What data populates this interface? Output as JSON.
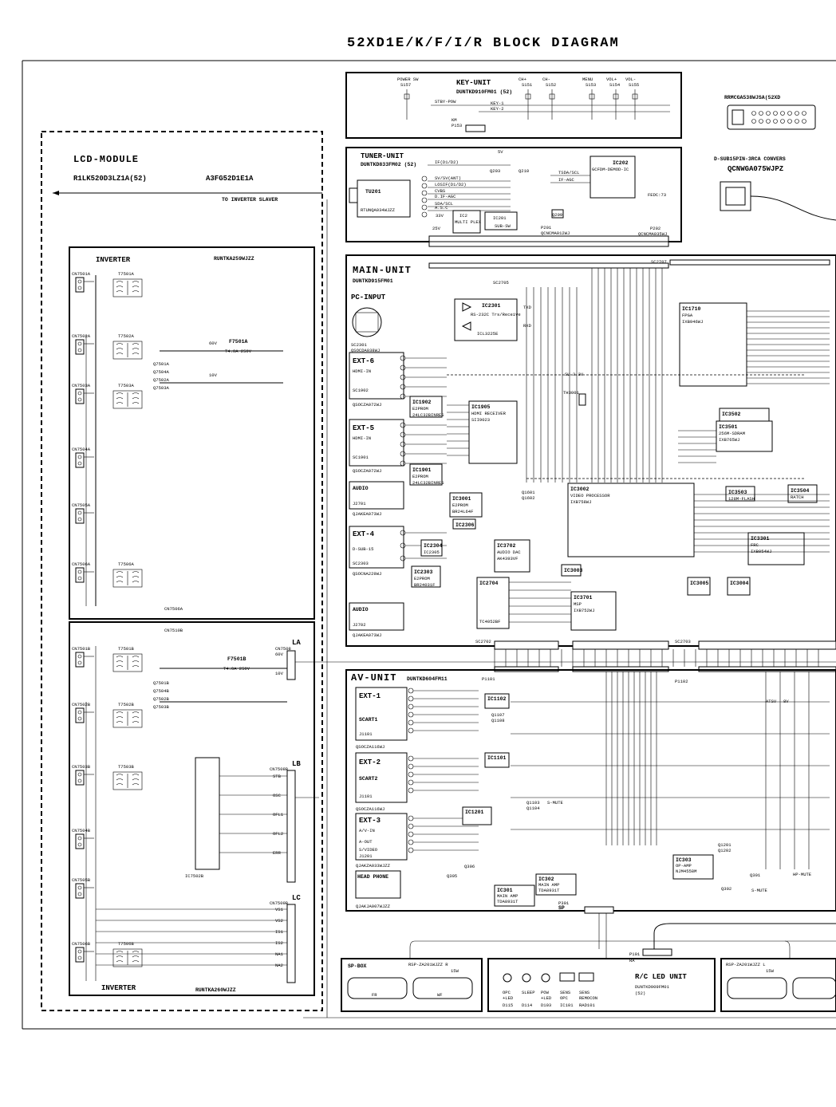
{
  "title": "52XD1E/K/F/I/R    BLOCK DIAGRAM",
  "lcd_module": {
    "title": "LCD-MODULE",
    "part_a": "R1LK520D3LZ1A(52)",
    "part_b": "A3FG52D1E1A",
    "inverter_slaver": "TO INVERTER SLAVER",
    "inverter_top": {
      "title": "INVERTER",
      "part": "RUNTKA259WJZZ"
    },
    "inverter_bottom": {
      "title": "INVERTER",
      "part": "RUNTKA260WJZZ"
    },
    "connectors_top": [
      "CN7501A",
      "CN7502A",
      "CN7503A",
      "CN7504A",
      "CN7505A",
      "CN7506A"
    ],
    "connectors_bottom": [
      "CN7501B",
      "CN7502B",
      "CN7503B",
      "CN7504B",
      "CN7505B",
      "CN7506B"
    ],
    "transformers_top": [
      "T7501A",
      "T7502A",
      "T7503A",
      "T7506A"
    ],
    "transformers_bottom": [
      "T7501B",
      "T7502B",
      "T7503B",
      "T7506B"
    ],
    "fuse_a": "F7501A",
    "fuse_a_rating": "T4.0A 250V",
    "fuse_b": "F7501B",
    "fuse_b_rating": "T4.0A 250V",
    "ic": "IC7502B",
    "la": "LA",
    "lb": "LB",
    "lc": "LC",
    "cn_a": "CN7506A",
    "cn_b": "CN7510B",
    "cn_la": "CN7508",
    "cn_lb": "CN7508B",
    "cn_lc": "CN7509B",
    "volt_60v": "60V",
    "volt_10v": "10V",
    "pins_lb": [
      "STB",
      "OSC",
      "OFL1",
      "OFL2",
      "ERR"
    ],
    "pins_lc": [
      "VS1",
      "VS2",
      "IS1",
      "IS2",
      "NA1",
      "NA2"
    ]
  },
  "key_unit": {
    "title": "KEY-UNIT",
    "part": "DUNTKD910FM01 (52)",
    "switches": [
      {
        "name": "POWER SW",
        "ref": "S157"
      },
      {
        "name": "CH+",
        "ref": "S151"
      },
      {
        "name": "CH-",
        "ref": "S152"
      },
      {
        "name": "MENU",
        "ref": "S153"
      },
      {
        "name": "VOL+",
        "ref": "S154"
      },
      {
        "name": "VOL-",
        "ref": "S155"
      }
    ],
    "km": "KM",
    "p153": "P153",
    "stby": "STBY-POW",
    "key1": "KEY-1",
    "key2": "KEY-2"
  },
  "remote": {
    "part": "RRMCGA538WJSA(52XD"
  },
  "dsub": {
    "title": "D-SUB15PIN-3RCA CONVERS",
    "part": "QCNWGA075WJPZ"
  },
  "tuner_unit": {
    "title": "TUNER-UNIT",
    "part": "DUNTKD833FM02 (52)",
    "tu": "TU201",
    "tu_part": "RTUNQA034WJZZ",
    "ic202": "IC202",
    "ic202_desc": "GCFDM-DEMOD-IC",
    "ic201": "IC201",
    "ic201_desc": "SUB-SW",
    "ic2x": "IC2",
    "ic2x_desc": "MULTI PLEX",
    "p201": "P201",
    "p201_part": "QCNCMA012WJ",
    "p202": "P202",
    "p202_part": "QCNCMA035WJ",
    "signals": [
      "IF(D1/D2)",
      "SV/SV(ANT)",
      "LOSIF(D1/D2)",
      "CVBS",
      "D.IF-AGC",
      "SDA/SCL",
      "A.S.C",
      "TSDA/SCL",
      "IF-AGC"
    ],
    "q203": "Q203",
    "q210": "Q210",
    "q209": "Q209",
    "v5": "5V",
    "v33": "33V",
    "v25": "25V",
    "fedc": "FEDC:73"
  },
  "main_unit": {
    "title": "MAIN-UNIT",
    "part": "DUNTKD915FM01",
    "pc_input": "PC-INPUT",
    "sc2301": "SC2301",
    "sc2301_part": "QSOCDA038WJ",
    "ic2301": "IC2301",
    "ic2301_desc": "RS-232C Trs/Receive",
    "icl": "ICL3225E",
    "txd": "TXD",
    "rxd": "RXD",
    "ext6": "EXT-6",
    "ext6_in": "HDMI-IN",
    "sc1902": "SC1902",
    "sc1902_part": "QSOCZA072WJ",
    "ext5": "EXT-5",
    "ext5_in": "HDMI-IN",
    "sc1901": "SC1901",
    "sc1901_part": "QSOCZA072WJ",
    "audio1": "AUDIO",
    "j2701": "J2701",
    "j2701_part": "QJAKEA073WJ",
    "ext4": "EXT-4",
    "ext4_in": "D-SUB-15",
    "sc2303": "SC2303",
    "sc2303_part": "QSOCNA229WJ",
    "audio2": "AUDIO",
    "j2702": "J2702",
    "j2702_part": "QJAKEA073WJ",
    "ic1902": "IC1902",
    "ic1902_desc": "E2PROM",
    "ic1902_part": "24LC32BINRES",
    "ic1901": "IC1901",
    "ic1901_desc": "E2PROM",
    "ic1901_part": "24LC32BINRES",
    "ic1905": "IC1905",
    "ic1905_desc": "HDMI RECEIVER",
    "ic1905_part": "SII9023",
    "ic3001": "IC3001",
    "ic3001_desc": "E2PROM",
    "ic3001_part": "BR24L64F",
    "ic2306": "IC2306",
    "ic2304": "IC2304",
    "ic2305": "IC2305",
    "ic2303": "IC2303",
    "ic2303_desc": "E2PROM",
    "ic2303_part": "BR24031F",
    "ic3702": "IC3702",
    "ic3702_desc": "AUDIO DAC",
    "ic3702_part": "AK4393VF",
    "ic2704": "IC2704",
    "ic2704_part": "TC4052BF",
    "ic3003": "IC3003",
    "ic3701": "IC3701",
    "ic3701_desc": "MSP",
    "ic3701_part": "IXB752WJ",
    "ic3002": "IC3002",
    "ic3002_desc": "VIDEO PROCESSOR",
    "ic3002_part": "IXB758WJ",
    "ic1710": "IC1710",
    "ic1710_desc": "FPGA",
    "ic1710_part": "IXB946WJ",
    "ic3502": "IC3502",
    "ic3501": "IC3501",
    "ic3501_desc": "256M-SDRAM",
    "ic3501_part": "IXB765WJ",
    "ic3503": "IC3503",
    "ic3503_desc": "128M-FLASH",
    "ic3504": "IC3504",
    "ic3504_desc": "RATCH",
    "ic3301": "IC3301",
    "ic3301_desc": "FRC",
    "ic3301_part": "IXB054WJ",
    "ic3005": "IC3005",
    "ic3004": "IC3004",
    "sc2705": "SC2705",
    "sc2702": "SC2702",
    "sc2703": "SC2703",
    "sc2707": "SC2707",
    "th3001": "TH3001",
    "v33": "3.3V",
    "su33": "SU 3.3V",
    "q1601": "Q1601",
    "q1602": "Q1602"
  },
  "av_unit": {
    "title": "AV-UNIT",
    "part": "DUNTKD604FM11",
    "p1101": "P1101",
    "p1102": "P1102",
    "ext1": "EXT-1",
    "scart1": "SCART1",
    "j1101a": "J1101",
    "ext1_part": "QSOCZA116WJ",
    "ext2": "EXT-2",
    "scart2": "SCART2",
    "j1101b": "J1101",
    "ext2_part": "QSOCZA116WJ",
    "ext3": "EXT-3",
    "ext3_av": "A/V-IN",
    "ext3_out": "A-OUT",
    "ext3_sv": "S/VIDEO",
    "j1201": "J1201",
    "ext3_part": "QJAKZA033WJZZ",
    "headphone": "HEAD PHONE",
    "headphone_part": "QJAKJA007WJZZ",
    "ic1102": "IC1102",
    "ic1101": "IC1101",
    "ic1201": "IC1201",
    "ic302": "IC302",
    "ic302_desc": "MAIN AMP",
    "ic302_part": "TDA8931T",
    "ic301": "IC301",
    "ic301_desc": "MAIN AMP",
    "ic301_part": "TDA8931T",
    "ic303": "IC303",
    "ic303_desc": "OP-AMP",
    "ic303_part": "NJM4558M",
    "q1107": "Q1107",
    "q1108": "Q1108",
    "q1103": "Q1103",
    "q1104": "Q1104",
    "q1201": "Q1201",
    "q1202": "Q1202",
    "q301": "Q301",
    "q302": "Q302",
    "q305": "Q305",
    "q306": "Q306",
    "sp": "SP",
    "p301": "P301",
    "smute": "S-MUTE",
    "hpmute": "HP-MUTE",
    "atsv": "ATSV",
    "v8": "8V"
  },
  "sp_box": {
    "title": "SP-BOX",
    "part": "RSP-ZA201WJZZ R",
    "watt": "15W",
    "fr": "FR",
    "wf": "WF"
  },
  "speaker_left": {
    "part": "RSP-ZA201WJZZ L",
    "watt": "15W"
  },
  "rc_led": {
    "title": "R/C LED UNIT",
    "part": "DUNTKD909FM01",
    "size": "(52)",
    "p101": "P101",
    "ra": "RA",
    "leds": [
      {
        "label": "OPC",
        "desc": "+LED",
        "ref": "D115"
      },
      {
        "label": "SLEEP",
        "desc": "",
        "ref": "D114"
      },
      {
        "label": "POW",
        "desc": "+LED",
        "ref": "D103"
      },
      {
        "label": "SENS",
        "desc": "OPC",
        "ref": "IC101"
      },
      {
        "label": "SENS",
        "desc": "REMOCON",
        "ref": "RAD101"
      }
    ]
  }
}
